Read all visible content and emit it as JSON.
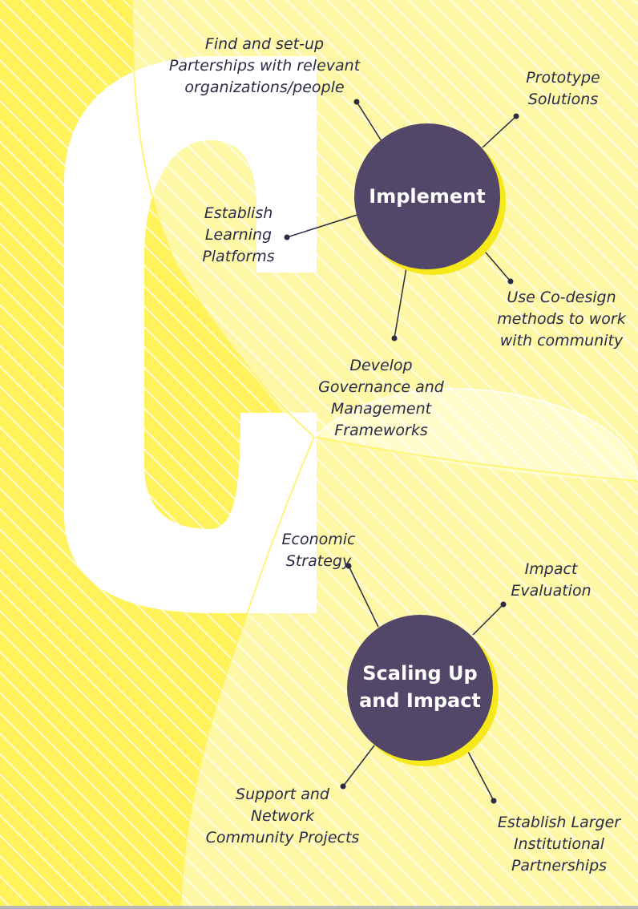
{
  "colors": {
    "background": "#fff25a",
    "light_yellow": "#fdf7a6",
    "pale_yellow": "#fffbd0",
    "hub": "#524669",
    "hub_shadow": "#f7e81a",
    "stripe": "#ffffff",
    "letter": "#ffffff",
    "ink": "#2b2b45"
  },
  "decor": {
    "letter": "C",
    "letter_icon": "big-c-letter-icon"
  },
  "hubs": [
    {
      "label": "Implement",
      "spokes": [
        "Find and set-up\nParterships with relevant\norganizations/people",
        "Prototype\nSolutions",
        "Establish\nLearning\nPlatforms",
        "Use Co-design\nmethods to work\nwith community",
        "Develop\nGovernance and\nManagement\nFrameworks"
      ]
    },
    {
      "label": "Scaling Up\nand Impact",
      "spokes": [
        "Economic\nStrategy",
        "Impact\nEvaluation",
        "Support and\nNetwork\nCommunity Projects",
        "Establish Larger\nInstitutional\nPartnerships"
      ]
    }
  ]
}
